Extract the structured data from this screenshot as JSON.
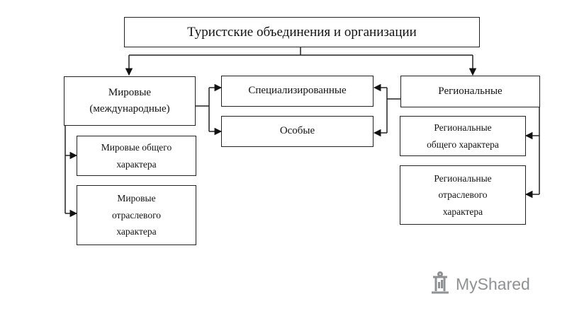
{
  "diagram": {
    "title": "Туристские  объединения и организации",
    "nodes": {
      "world": "Мировые\n(международные)",
      "specialized": "Специализированные",
      "special": "Особые",
      "regional": "Региональные",
      "world_general": "Мировые общего\nхарактера",
      "world_sector": "Мировые\nотраслевого\nхарактера",
      "regional_general": "Региональные\nобщего характера",
      "regional_sector": "Региональные\nотраслевого\nхарактера"
    }
  },
  "watermark": {
    "brand": "MyShared",
    "logo_icon": "myshared-logo-icon",
    "color": "#8f9193"
  }
}
